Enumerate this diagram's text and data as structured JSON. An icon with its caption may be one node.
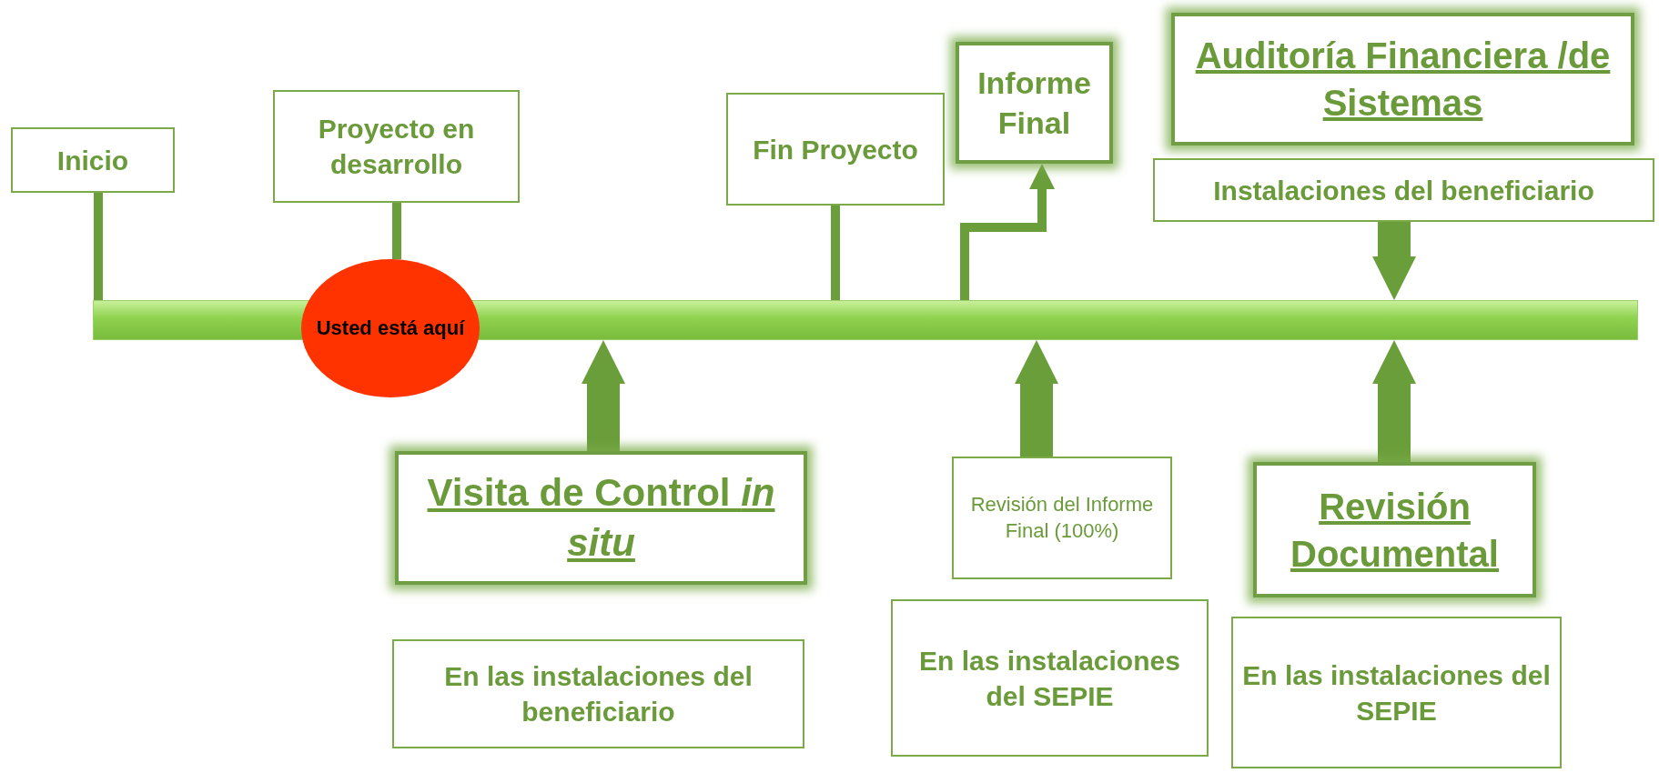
{
  "diagram": {
    "nodes": [
      {
        "text": [
          "Inicio"
        ]
      },
      {
        "text": [
          "Proyecto en desarrollo"
        ]
      },
      {
        "text": [
          "Fin Proyecto"
        ]
      },
      {
        "text": [
          "Informe Final"
        ]
      },
      {
        "text": [
          "Auditoría Financiera /de Sistemas"
        ]
      },
      {
        "text": [
          "Instalaciones del beneficiario"
        ]
      },
      {
        "text": [],
        "shape": "bar"
      },
      {
        "text": [
          "Usted está aquí"
        ]
      },
      {
        "text": [
          "Visita de Control *in situ*"
        ]
      },
      {
        "text": [
          "Revisión del Informe Final (100%)"
        ]
      },
      {
        "text": [
          "Revisión Documental"
        ]
      },
      {
        "text": [
          "En las instalaciones del beneficiario"
        ]
      },
      {
        "text": [
          "En las instalaciones del SEPIE"
        ]
      },
      {
        "text": [
          "En las instalaciones del SEPIE"
        ]
      }
    ],
    "edges": [
      {
        "from": 0,
        "to": 6,
        "arrow": "none"
      },
      {
        "from": 1,
        "to": 7,
        "arrow": "none"
      },
      {
        "from": 2,
        "to": 6,
        "arrow": "none"
      },
      {
        "from": 6,
        "to": 3,
        "arrow": "to"
      },
      {
        "from": 5,
        "to": 6,
        "arrow": "to",
        "style": "thick"
      },
      {
        "from": 8,
        "to": 6,
        "arrow": "to",
        "style": "thick"
      },
      {
        "from": 9,
        "to": 6,
        "arrow": "to",
        "style": "thick"
      },
      {
        "from": 10,
        "to": 6,
        "arrow": "to",
        "style": "thick"
      }
    ]
  }
}
